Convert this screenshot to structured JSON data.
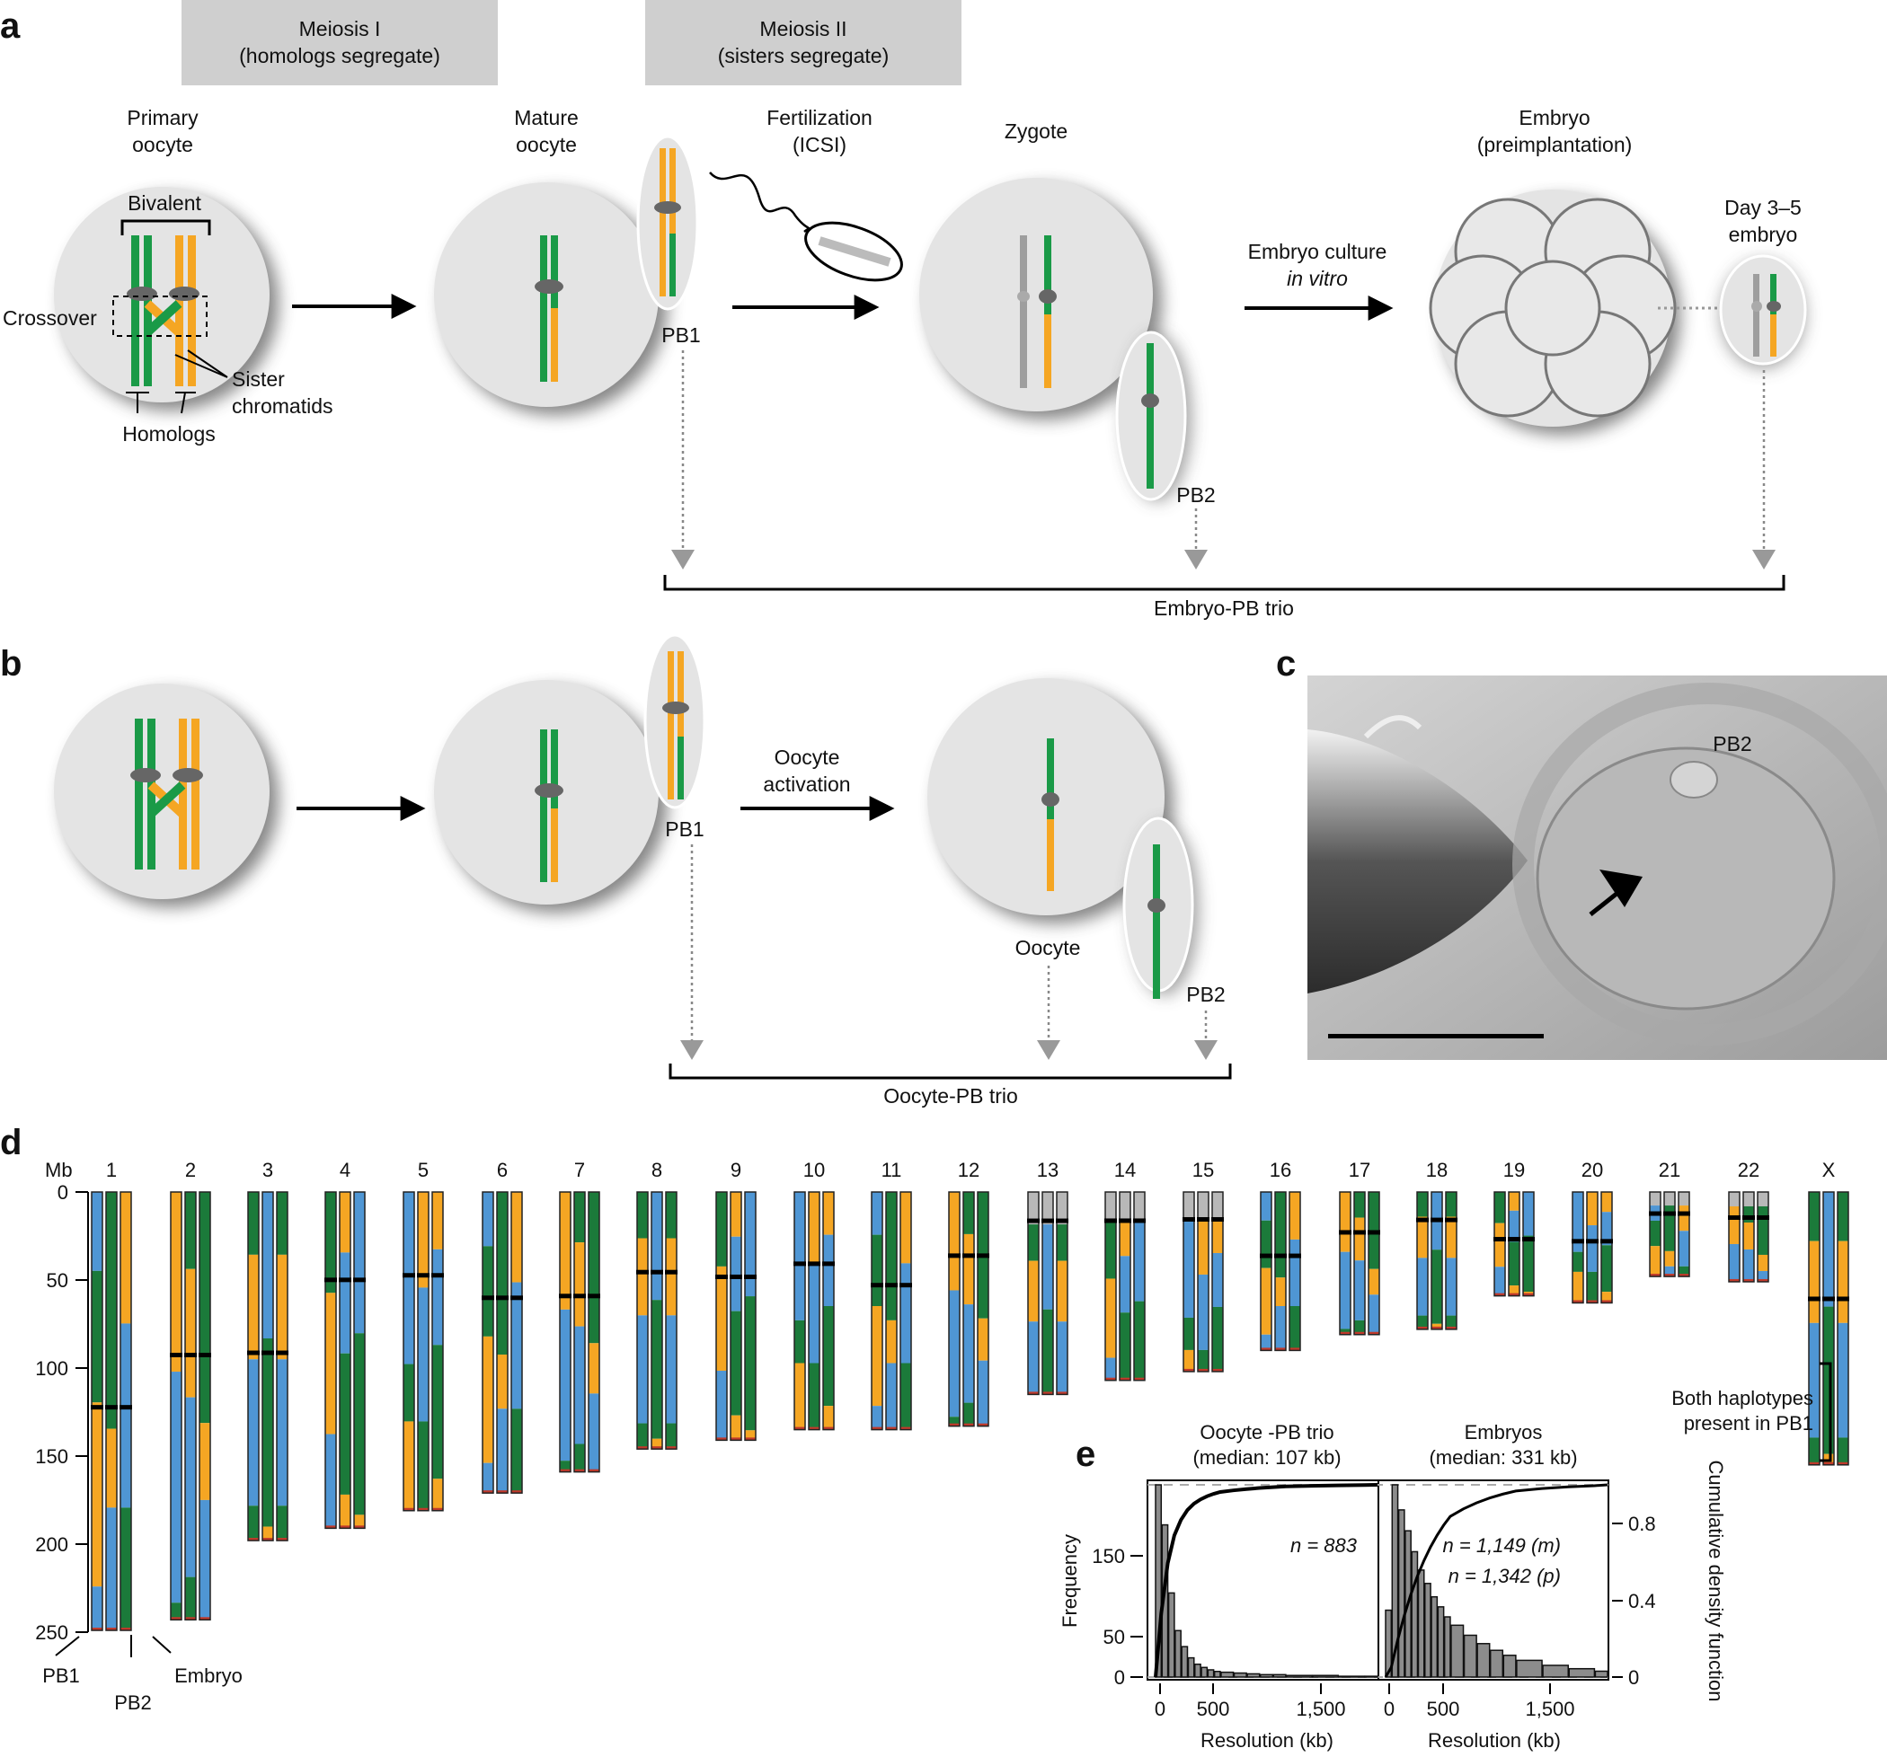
{
  "colors": {
    "green": "#1a9a47",
    "orange": "#f5a623",
    "blue": "#4f96d4",
    "dkgreen": "#1b7a3a",
    "grey": "#b8b8b8",
    "cell": "#e4e4e4",
    "centromere": "#666666"
  },
  "panels": {
    "a": "a",
    "b": "b",
    "c": "c",
    "d": "d",
    "e": "e"
  },
  "banners": {
    "meiosis1_l1": "Meiosis I",
    "meiosis1_l2": "(homologs segregate)",
    "meiosis2_l1": "Meiosis II",
    "meiosis2_l2": "(sisters segregate)"
  },
  "labels_a": {
    "primary_l1": "Primary",
    "primary_l2": "oocyte",
    "mature_l1": "Mature",
    "mature_l2": "oocyte",
    "fert_l1": "Fertilization",
    "fert_l2": "(ICSI)",
    "zygote": "Zygote",
    "embryo_l1": "Embryo",
    "embryo_l2": "(preimplantation)",
    "day_l1": "Day 3–5",
    "day_l2": "embryo",
    "culture_l1": "Embryo culture",
    "culture_l2": "in vitro",
    "bivalent": "Bivalent",
    "crossover": "Crossover",
    "sister_l1": "Sister",
    "sister_l2": "chromatids",
    "homologs": "Homologs",
    "pb1": "PB1",
    "pb2": "PB2",
    "trio": "Embryo-PB trio"
  },
  "labels_b": {
    "act_l1": "Oocyte",
    "act_l2": "activation",
    "pb1": "PB1",
    "pb2": "PB2",
    "oocyte": "Oocyte",
    "trio": "Oocyte-PB trio"
  },
  "labels_c": {
    "pb2": "PB2"
  },
  "labels_d": {
    "mb": "Mb",
    "yticks": [
      "0",
      "50",
      "100",
      "150",
      "200",
      "250"
    ],
    "pb1": "PB1",
    "pb2": "PB2",
    "embryo": "Embryo",
    "note_l1": "Both haplotypes",
    "note_l2": "present in PB1"
  },
  "chart_data": [
    {
      "type": "heatmap",
      "title": "",
      "ylabel": "Mb",
      "ylim": [
        0,
        250
      ],
      "chromosomes": [
        "1",
        "2",
        "3",
        "4",
        "5",
        "6",
        "7",
        "8",
        "9",
        "10",
        "11",
        "12",
        "13",
        "14",
        "15",
        "16",
        "17",
        "18",
        "19",
        "20",
        "21",
        "22",
        "X"
      ],
      "lengths": [
        249,
        243,
        198,
        191,
        181,
        171,
        159,
        146,
        141,
        135,
        135,
        133,
        115,
        107,
        102,
        90,
        81,
        78,
        59,
        63,
        48,
        51,
        155
      ],
      "samples": [
        "PB1",
        "PB2",
        "Embryo"
      ]
    },
    {
      "type": "bar",
      "title": "Oocyte -PB trio",
      "subtitle": "(median: 107 kb)",
      "n_label": "n = 883",
      "xlabel": "Resolution (kb)",
      "ylabel": "Frequency",
      "xticks": [
        "0",
        "500",
        "1,500"
      ],
      "yticks": [
        "0",
        "50",
        "150"
      ],
      "x": [
        0,
        50,
        100,
        150,
        200,
        250,
        300,
        350,
        400,
        450,
        500,
        600,
        700,
        800,
        900,
        1000,
        1200,
        1400,
        1600
      ],
      "values": [
        240,
        190,
        105,
        58,
        38,
        24,
        16,
        12,
        9,
        7,
        6,
        5,
        4,
        3,
        3,
        2,
        2,
        1,
        1
      ]
    },
    {
      "type": "bar",
      "title": "Embryos",
      "subtitle": "(median: 331 kb)",
      "n_label1": "n = 1,149 (m)",
      "n_label2": "n = 1,342 (p)",
      "xlabel": "Resolution (kb)",
      "ylabel": "Cumulative density function",
      "xticks": [
        "0",
        "500",
        "1,500"
      ],
      "yticks": [
        "0",
        "0.4",
        "0.8"
      ],
      "x": [
        0,
        50,
        100,
        150,
        200,
        250,
        300,
        350,
        400,
        450,
        500,
        600,
        700,
        800,
        900,
        1000,
        1200,
        1400,
        1600
      ],
      "values": [
        80,
        230,
        200,
        175,
        150,
        128,
        112,
        96,
        84,
        72,
        62,
        50,
        40,
        32,
        26,
        20,
        14,
        10,
        7
      ]
    }
  ]
}
